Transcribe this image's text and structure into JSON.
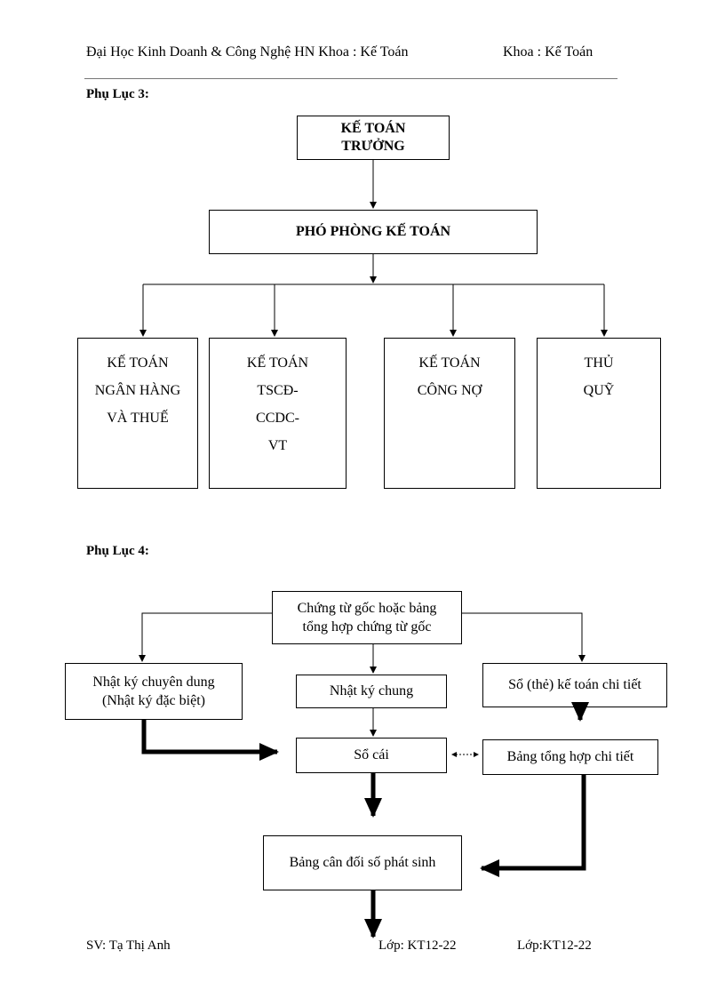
{
  "header": {
    "left": "Đại Học Kinh Doanh & Công Nghệ HN Khoa : Kế Toán",
    "right": "Khoa : Kế Toán"
  },
  "appendix3": {
    "title": "Phụ Lục 3:",
    "chief": [
      "KẾ TOÁN",
      "TRƯỞNG"
    ],
    "deputy": "PHÓ PHÒNG KẾ TOÁN",
    "departments": [
      [
        "KẾ TOÁN",
        "NGÂN HÀNG",
        "VÀ THUẾ"
      ],
      [
        "KẾ TOÁN",
        "TSCĐ-",
        "CCDC-",
        "VT"
      ],
      [
        "KẾ TOÁN",
        "CÔNG NỢ"
      ],
      [
        "THỦ",
        "QUỸ"
      ]
    ]
  },
  "appendix4": {
    "title": "Phụ Lục 4:",
    "source_docs": [
      "Chứng từ gốc hoặc bảng",
      "tổng hợp chứng từ gốc"
    ],
    "special_journal": [
      "Nhật ký chuyên dung",
      "(Nhật ký đặc biệt)"
    ],
    "general_journal": "Nhật ký chung",
    "detail_ledger": "Sổ (thẻ) kế toán chi tiết",
    "general_ledger": "Sổ cái",
    "detail_summary": "Bảng tổng hợp chi tiết",
    "trial_balance": "Bảng cân đối số phát sinh"
  },
  "footer": {
    "student": "SV: Tạ Thị Anh",
    "class_1": "Lớp: KT12-22",
    "class_2": "Lớp:KT12-22"
  }
}
